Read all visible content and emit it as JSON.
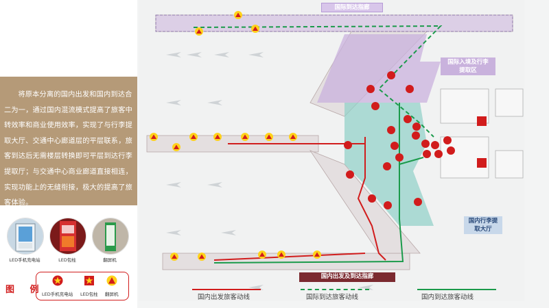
{
  "description": "将原本分离的国内出发和国内到达合二为一，通过国内混流模式提高了旅客中转效率和商业使用效率，实现了与行李提取大厅、交通中心廊道层的平层联系，旅客到达后无需楼层转换即可平层到达行李提取厅；与交通中心商业廊道直接相连，实现功能上的无缝衔接，极大的提高了旅客体验。",
  "photos": [
    {
      "label": "LED手机充电站"
    },
    {
      "label": "LED包柱"
    },
    {
      "label": "翻屏机"
    }
  ],
  "legend": {
    "title": "图 例",
    "items": [
      {
        "label": "LED手机充电站",
        "icon": "star-circle-icon"
      },
      {
        "label": "LED包柱",
        "icon": "star-square-icon"
      },
      {
        "label": "翻屏机",
        "icon": "triangle-circle-icon"
      }
    ]
  },
  "map": {
    "tags": {
      "intl_arrival_corridor": "国际到达指廊",
      "intl_entry": "国际入境及行李提取区",
      "domestic_baggage": "国内行李提取大厅",
      "domestic_corridor": "国内出发及到达指廊"
    },
    "route_legend": [
      {
        "label": "国内出发旅客动线",
        "color": "#d11c1c",
        "style": "solid"
      },
      {
        "label": "国际到达旅客动线",
        "color": "#1a9a4a",
        "style": "dashed"
      },
      {
        "label": "国内到达旅客动线",
        "color": "#1a9a4a",
        "style": "solid"
      }
    ],
    "colors": {
      "domestic_departure": "#d11c1c",
      "arrival": "#1a9a4a",
      "intl_zone": "#c9b2dd",
      "domestic_zone": "#8fd0c7"
    }
  }
}
